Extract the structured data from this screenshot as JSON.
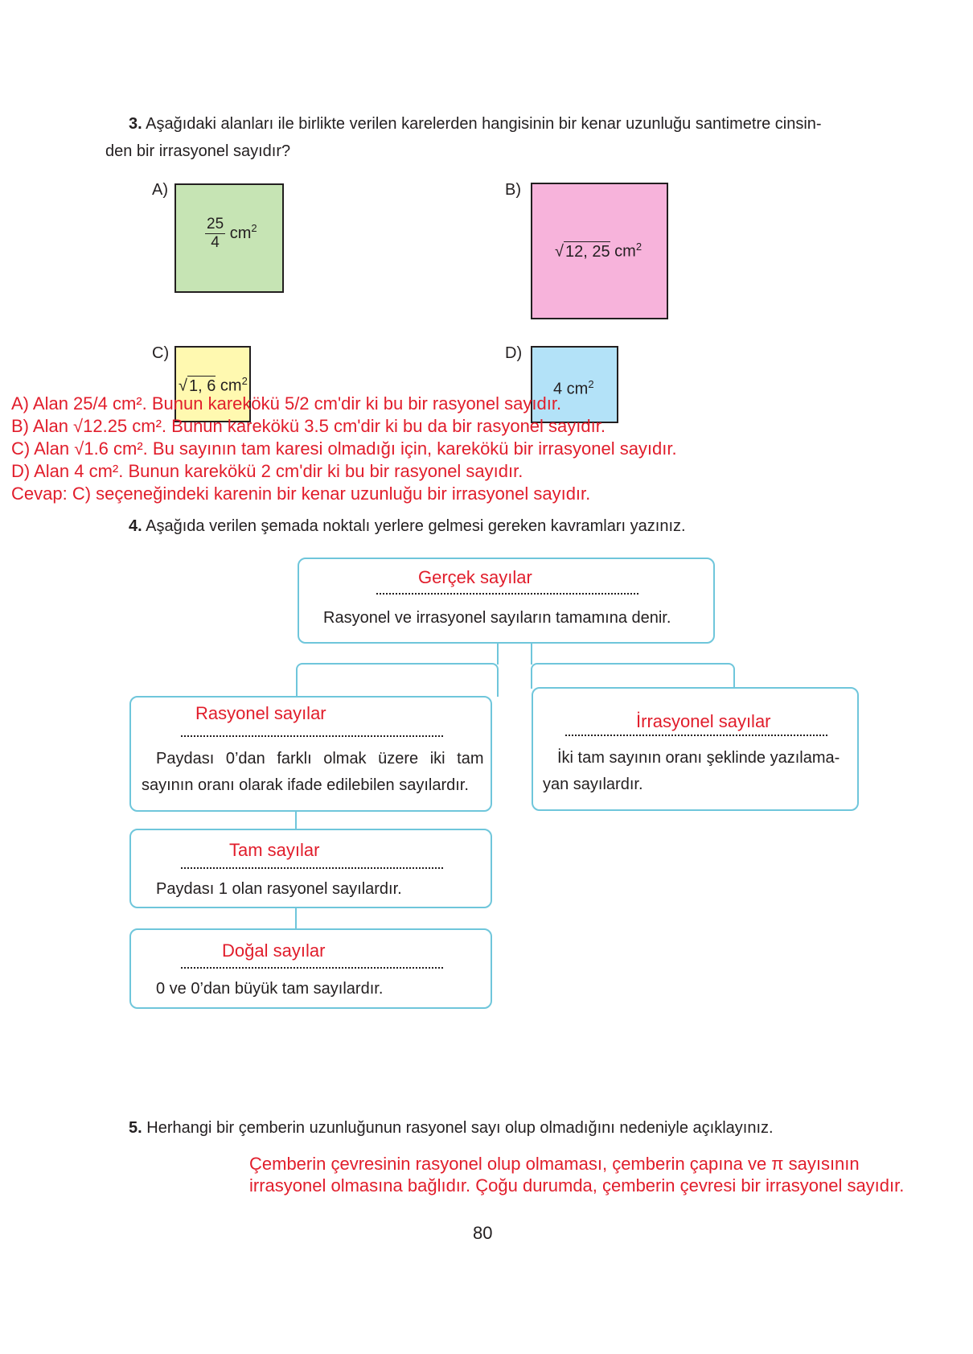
{
  "question3": {
    "number": "3.",
    "text_line1": "Aşağıdaki alanları ile birlikte verilen karelerden hangisinin bir kenar uzunluğu santimetre cinsin-",
    "text_line2": "den bir irrasyonel sayıdır?",
    "options": {
      "A": {
        "label": "A)",
        "frac_num": "25",
        "frac_den": "4",
        "unit": "cm",
        "exp": "2",
        "color": "#c6e4b4"
      },
      "B": {
        "label": "B)",
        "radicand": "12, 25",
        "unit": "cm",
        "exp": "2",
        "color": "#f7b3db"
      },
      "C": {
        "label": "C)",
        "radicand": "1, 6",
        "unit": "cm",
        "exp": "2",
        "color": "#fff9b0"
      },
      "D": {
        "label": "D)",
        "value": "4 cm",
        "exp": "2",
        "color": "#b3e2f8"
      }
    },
    "answers": [
      "A) Alan 25/4 cm². Bunun karekökü 5/2 cm'dir ki bu bir rasyonel sayıdır.",
      "B) Alan √12.25 cm². Bunun karekökü 3.5 cm'dir ki bu da bir rasyonel sayıdır.",
      "C) Alan √1.6 cm². Bu sayının tam karesi olmadığı için, karekökü bir irrasyonel sayıdır.",
      "D) Alan 4 cm². Bunun karekökü 2 cm'dir ki bu bir rasyonel sayıdır.",
      "Cevap: C) seçeneğindeki karenin bir kenar uzunluğu bir irrasyonel sayıdır."
    ]
  },
  "question4": {
    "number": "4.",
    "text": "Aşağıda verilen şemada noktalı yerlere gelmesi gereken kavramları yazınız.",
    "boxes": {
      "real": {
        "answer": "Gerçek sayılar",
        "desc": "Rasyonel ve irrasyonel sayıların tamamına denir."
      },
      "rational": {
        "answer": "Rasyonel sayılar",
        "desc_line1": "Paydası 0’dan farklı olmak üzere iki tam",
        "desc_line2": "sayının oranı olarak ifade edilebilen sayılardır."
      },
      "irrational": {
        "answer": "İrrasyonel sayılar",
        "desc_line1": "İki tam sayının oranı şeklinde yazılama-",
        "desc_line2": "yan sayılardır."
      },
      "integers": {
        "answer": "Tam sayılar",
        "desc": "Paydası 1 olan rasyonel sayılardır."
      },
      "naturals": {
        "answer": "Doğal sayılar",
        "desc": "0 ve 0’dan büyük tam sayılardır."
      }
    },
    "border_color": "#6fc6db"
  },
  "question5": {
    "number": "5.",
    "text": "Herhangi bir çemberin uzunluğunun rasyonel sayı olup olmadığını nedeniyle açıklayınız.",
    "answer_line1": "Çemberin çevresinin rasyonel olup olmaması, çemberin çapına ve π sayısının",
    "answer_line2": "irrasyonel olmasına bağlıdır. Çoğu durumda, çemberin çevresi bir irrasyonel sayıdır."
  },
  "page_number": "80",
  "answer_color": "#e11d2b"
}
